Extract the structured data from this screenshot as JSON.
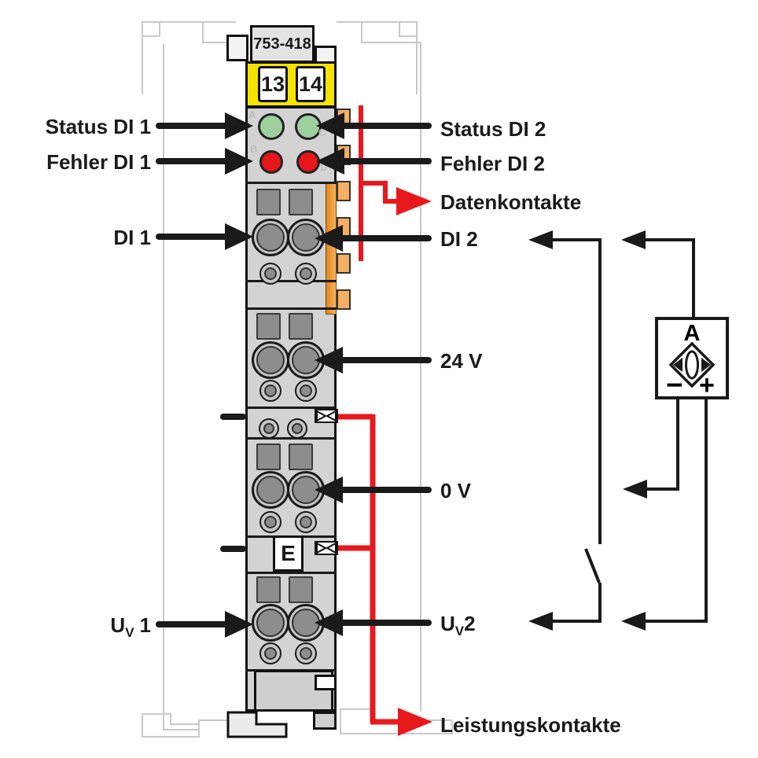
{
  "module": {
    "part_number": "753-418",
    "terminal_top_left": "13",
    "terminal_top_right": "14",
    "led_letter_a": "A",
    "led_letter_b": "B",
    "led_letter_c": "C",
    "led_letter_d": "D",
    "ground_marker": "E"
  },
  "labels": {
    "status_di_1": "Status DI 1",
    "fehler_di_1": "Fehler DI 1",
    "di_1": "DI 1",
    "uv_1": {
      "base": "U",
      "sub": "V",
      "index": "1"
    },
    "status_di_2": "Status DI 2",
    "fehler_di_2": "Fehler DI 2",
    "datenkontakte": "Datenkontakte",
    "di_2": "DI 2",
    "v_24": "24 V",
    "v_0": "0 V",
    "uv_2": {
      "base": "U",
      "sub": "V",
      "index": "2"
    },
    "leistungskontakte": "Leistungskontakte"
  },
  "sensor": {
    "letter": "A",
    "minus": "−",
    "plus": "+"
  },
  "colors": {
    "module_yellow": "#f6e300",
    "led_green": "#9ecf9f",
    "led_red": "#e8151b",
    "contact_orange": "#f3af63",
    "signal_red": "#e8191d",
    "line_black": "#1a1a1a",
    "body_gray": "#d3d3d3"
  }
}
